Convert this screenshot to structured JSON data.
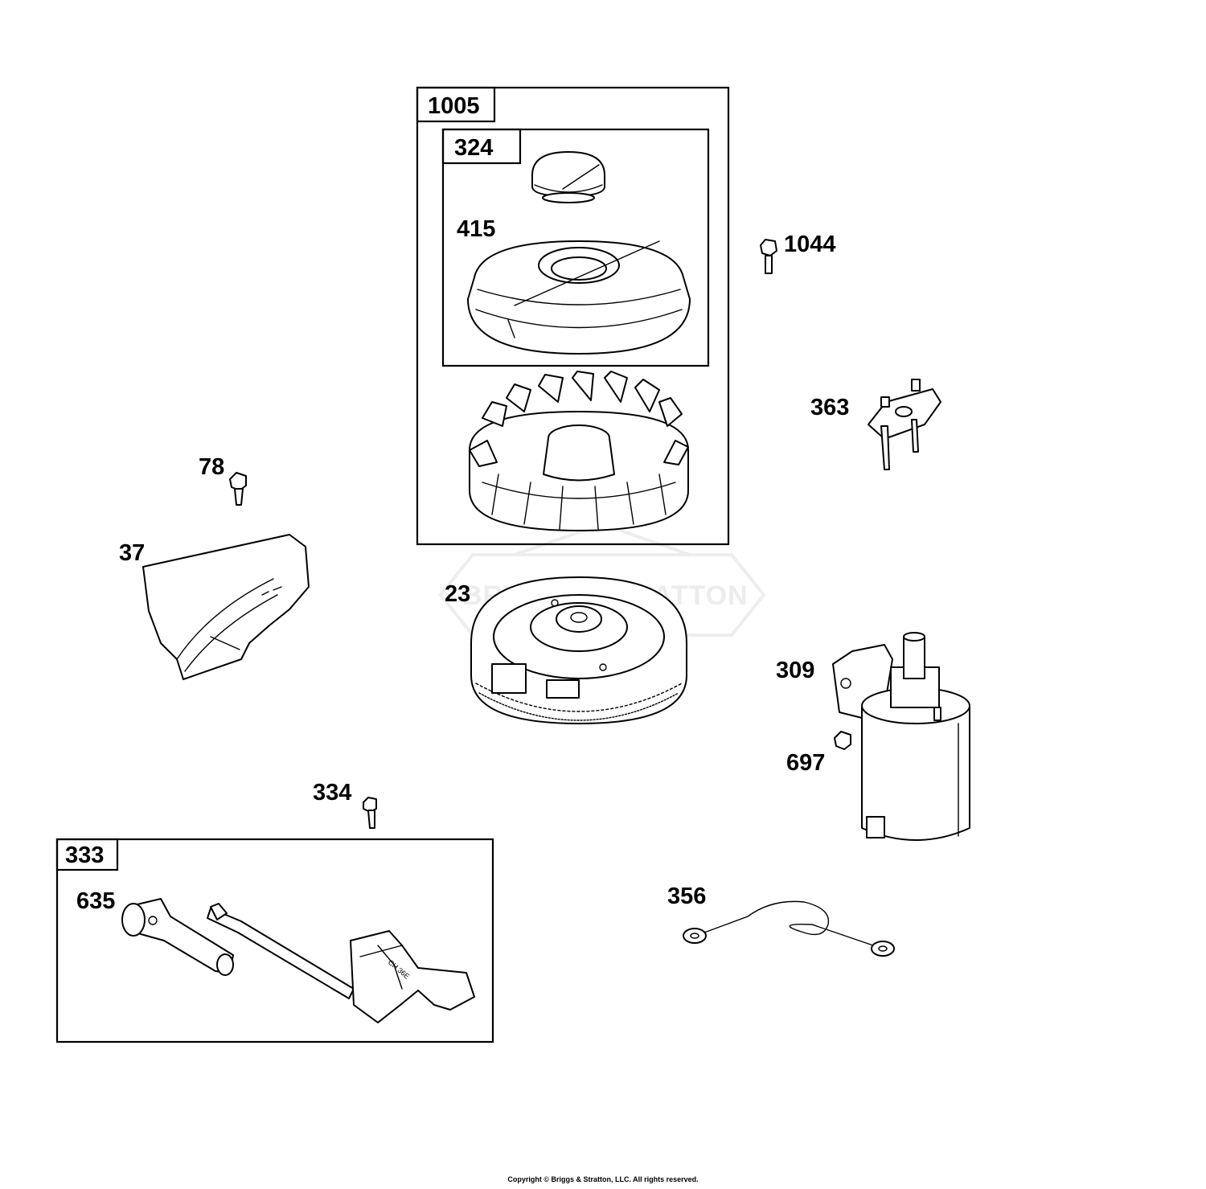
{
  "watermark": "BRIGGS&STRATTON",
  "copyright": "Copyright © Briggs & Stratton, LLC. All rights reserved.",
  "boxes": {
    "box_1005": "1005",
    "box_324": "324",
    "box_333": "333"
  },
  "labels": {
    "p415": "415",
    "p1044": "1044",
    "p363": "363",
    "p78": "78",
    "p37": "37",
    "p23": "23",
    "p309": "309",
    "p697": "697",
    "p334": "334",
    "p635": "635",
    "p356": "356"
  }
}
